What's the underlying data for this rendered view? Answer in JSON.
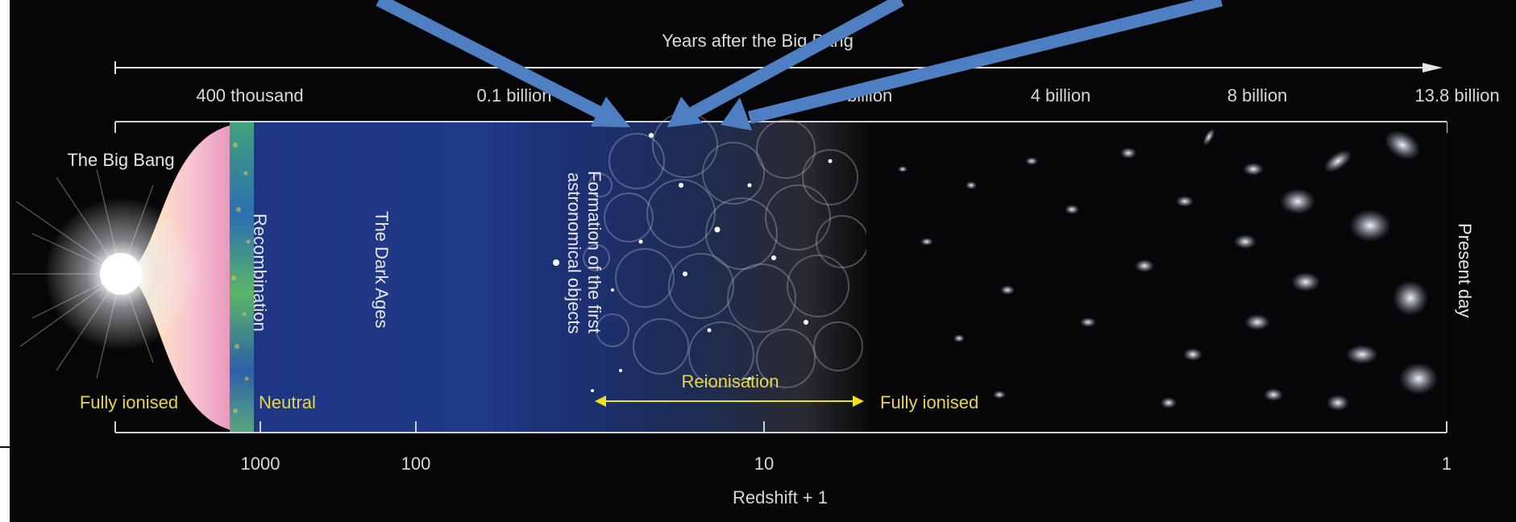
{
  "top_axis": {
    "title": "Years after the Big Bang",
    "ticks": [
      "400 thousand",
      "0.1 billion",
      "1 billion",
      "4 billion",
      "8 billion",
      "13.8 billion"
    ]
  },
  "bottom_axis": {
    "title": "Redshift + 1",
    "ticks": [
      "1000",
      "100",
      "10",
      "1"
    ]
  },
  "labels": {
    "big_bang": "The Big Bang",
    "recombination": "Recombination",
    "dark_ages": "The Dark Ages",
    "first_objects_line1": "Formation of the first",
    "first_objects_line2": "astronomical objects",
    "reionisation": "Reionisation",
    "fully_ionised_left": "Fully ionised",
    "neutral": "Neutral",
    "fully_ionised_right": "Fully ionised",
    "present_day": "Present day"
  },
  "colors": {
    "background": "#060608",
    "dark_ages": "#1f3580",
    "ionisation_label": "#e7d64a",
    "reionisation_arrow": "#f0e020",
    "annotation_arrow": "#4f7fc3",
    "axis_text": "#d8d8d8"
  }
}
